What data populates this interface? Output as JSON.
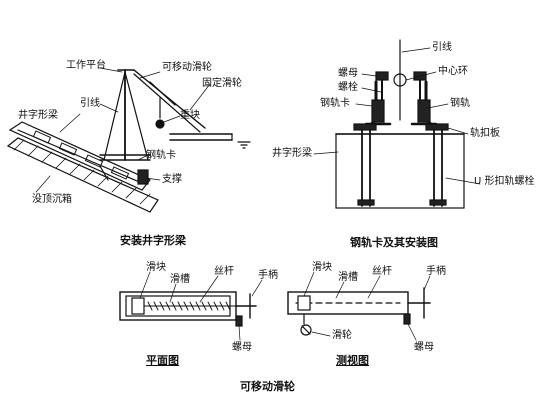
{
  "panel_a": {
    "caption": "安装井字形梁",
    "labels": {
      "work_platform": "工作平台",
      "movable_pulley": "可移动滑轮",
      "fixed_pulley": "固定滑轮",
      "lead_wire": "引线",
      "weight": "重块",
      "cross_beam": "井字形梁",
      "rail_clamp": "钢轨卡",
      "support": "支撑",
      "caisson": "没顶沉箱"
    }
  },
  "panel_b": {
    "caption": "钢轨卡及其安装图",
    "labels": {
      "lead_wire": "引线",
      "nut": "螺母",
      "bolt": "螺栓",
      "center_ring": "中心环",
      "rail_clamp": "钢轨卡",
      "rail": "钢轨",
      "rail_plate": "轨扣板",
      "cross_beam": "井字形梁",
      "u_bolt": "U 形扣轨螺栓"
    }
  },
  "panel_c": {
    "caption": "可移动滑轮",
    "plan": {
      "caption": "平面图",
      "labels": {
        "slider": "滑块",
        "groove": "滑槽",
        "screw_rod": "丝杆",
        "handle": "手柄",
        "nut": "螺母"
      }
    },
    "side": {
      "caption": "测视图",
      "labels": {
        "slider": "滑块",
        "groove": "滑槽",
        "screw_rod": "丝杆",
        "handle": "手柄",
        "pulley": "滑轮",
        "nut": "螺母"
      }
    }
  }
}
